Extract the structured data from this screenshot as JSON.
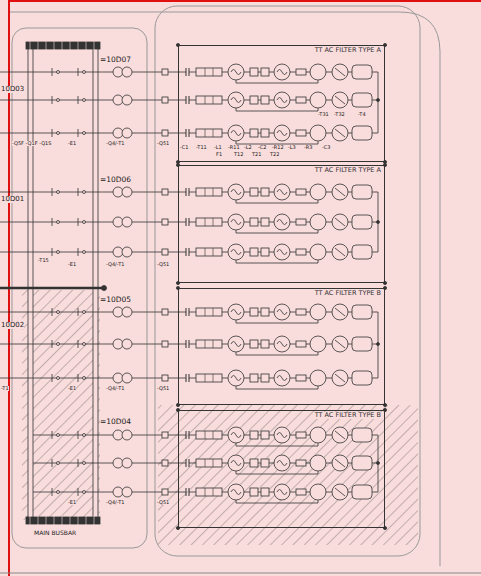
{
  "diagram": {
    "nodes": [
      {
        "text": [
          "TT AC FILTER TYPE A"
        ]
      },
      {
        "text": [
          "TT AC FILTER TYPE A"
        ]
      },
      {
        "text": [
          "TT AC FILTER TYPE B"
        ]
      },
      {
        "text": [
          "TT AC FILTER TYPE B"
        ]
      }
    ],
    "labels": [
      "10D03",
      "=10D07",
      "-Q5F -Q1F -Q1S",
      "10D01",
      "=10D06",
      "-T15",
      "10D02",
      "=10D05",
      "-T1",
      "=10D04",
      "MAIN BUSBAR",
      "-E1",
      "-Q4/-T1",
      "-Q51",
      "-E1",
      "-Q4/-T1",
      "-Q51",
      "-E1",
      "-Q4/-T1",
      "-Q51",
      "-E1",
      "-Q4/-T1",
      "-Q51",
      "-T31",
      "-T32",
      "-T4",
      "-C1",
      "-T11",
      "-L1",
      "-R11",
      "-L2",
      "-C2",
      "-R12",
      "-L3",
      "-R3",
      "-C3",
      "F1",
      "T12",
      "T21",
      "T22"
    ]
  }
}
